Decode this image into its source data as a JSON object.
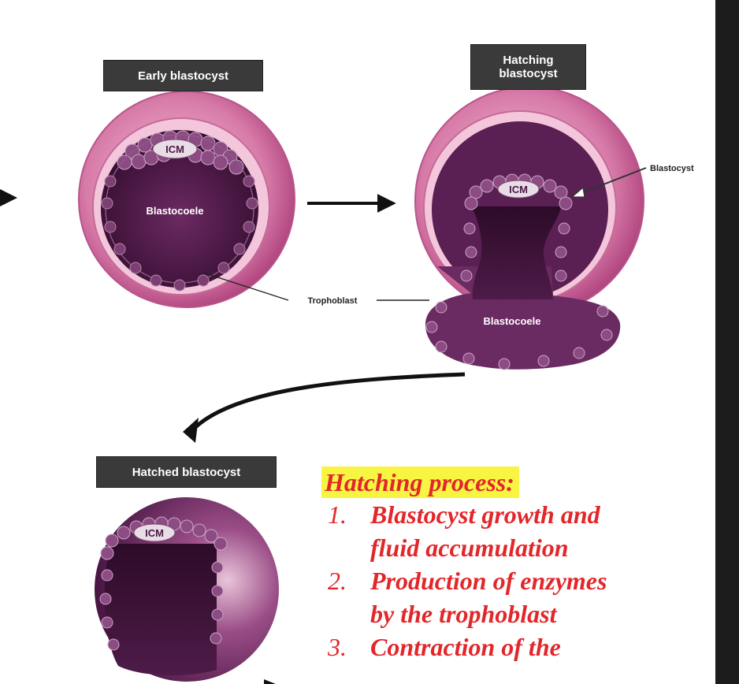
{
  "labels": {
    "early": "Early blastocyst",
    "hatching_line1": "Hatching",
    "hatching_line2": "blastocyst",
    "hatched": "Hatched blastocyst"
  },
  "annotations": {
    "icm": "ICM",
    "blastocoele": "Blastocoele",
    "trophoblast": "Trophoblast",
    "blastocyst": "Blastocyst"
  },
  "process": {
    "title": "Hatching process",
    "colon": ":",
    "items": [
      {
        "num": "1.",
        "lines": [
          "Blastocyst growth and",
          "fluid accumulation"
        ]
      },
      {
        "num": "2.",
        "lines": [
          "Production of enzymes",
          "by the trophoblast"
        ]
      },
      {
        "num": "3.",
        "lines": [
          "Contraction of the"
        ]
      }
    ]
  },
  "colors": {
    "highlight": "#f7f542",
    "process_text": "#e3262a",
    "outer_pink": "#e3a6c4",
    "deep_purple": "#4b1a45",
    "label_bg": "#3a3a3a"
  }
}
